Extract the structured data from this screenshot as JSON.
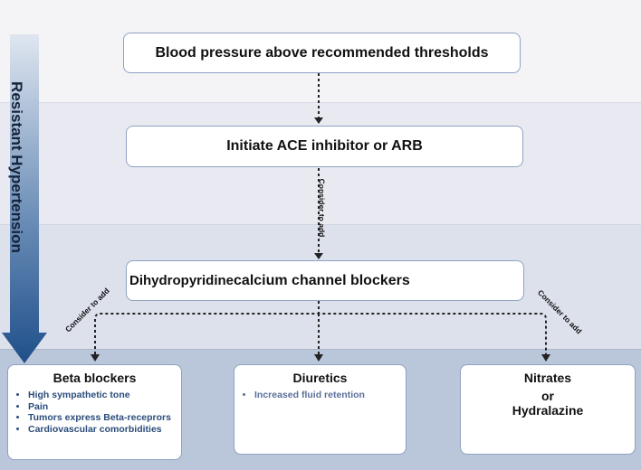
{
  "side_label": "Resistant Hypertension",
  "steps": {
    "step1": "Blood pressure above recommended thresholds",
    "step2": "Initiate ACE inhibitor or ARB",
    "step3_prefix": "Dihydropyridine",
    "step3_main": "calcium channel blockers"
  },
  "edge_labels": {
    "center": "Consider to add",
    "left": "Consider to add",
    "right": "Consider to add"
  },
  "cards": {
    "beta": {
      "title": "Beta blockers",
      "items": [
        "High sympathetic tone",
        "Pain",
        "Tumors express Beta-receprors",
        "Cardiovascular comorbidities"
      ]
    },
    "diuretics": {
      "title": "Diuretics",
      "items": [
        "Increased fluid retention"
      ]
    },
    "nitrates": {
      "title_line1": "Nitrates",
      "title_line2": "or",
      "title_line3": "Hydralazine"
    }
  },
  "colors": {
    "arrow_top": "#dfe6f0",
    "arrow_bottom": "#1f4f8a",
    "box_border": "#8fa2c2"
  }
}
